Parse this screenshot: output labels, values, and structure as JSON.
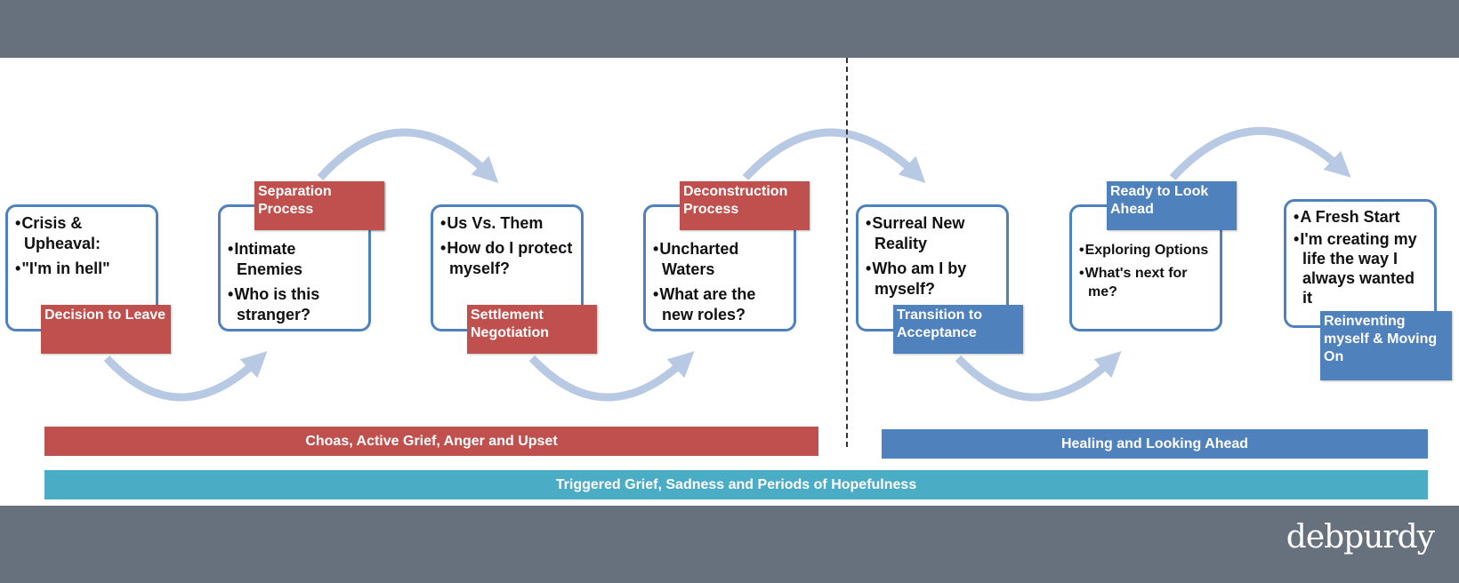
{
  "diagram": {
    "stages": [
      {
        "bullets": [
          "Crisis & Upheaval:",
          "\"I'm in hell\""
        ],
        "label": "Decision to Leave"
      },
      {
        "bullets": [
          "Intimate Enemies",
          "Who is this stranger?"
        ],
        "label": "Separation Process"
      },
      {
        "bullets": [
          "Us Vs. Them",
          "How do I protect myself?"
        ],
        "label": "Settlement Negotiation"
      },
      {
        "bullets": [
          "Uncharted Waters",
          "What are the new roles?"
        ],
        "label": "Deconstruction Process"
      },
      {
        "bullets": [
          "Surreal New Reality",
          "Who am I by myself?"
        ],
        "label": "Transition to Acceptance"
      },
      {
        "bullets": [
          "Exploring Options",
          "What's next for me?"
        ],
        "label": "Ready to Look Ahead"
      },
      {
        "bullets": [
          "A Fresh Start",
          "I'm creating my life the way I always wanted it"
        ],
        "label": "Reinventing myself & Moving On"
      }
    ],
    "bands": {
      "left": "Choas, Active Grief, Anger and Upset",
      "right": "Healing and Looking Ahead",
      "full": "Triggered Grief, Sadness and Periods of Hopefulness"
    },
    "colors": {
      "red": "#c0504d",
      "blue": "#4f81bd",
      "teal": "#4bacc6",
      "arrow": "#b8c9e4",
      "bar": "#66717d"
    }
  },
  "branding": {
    "logo": "debpurdy"
  }
}
